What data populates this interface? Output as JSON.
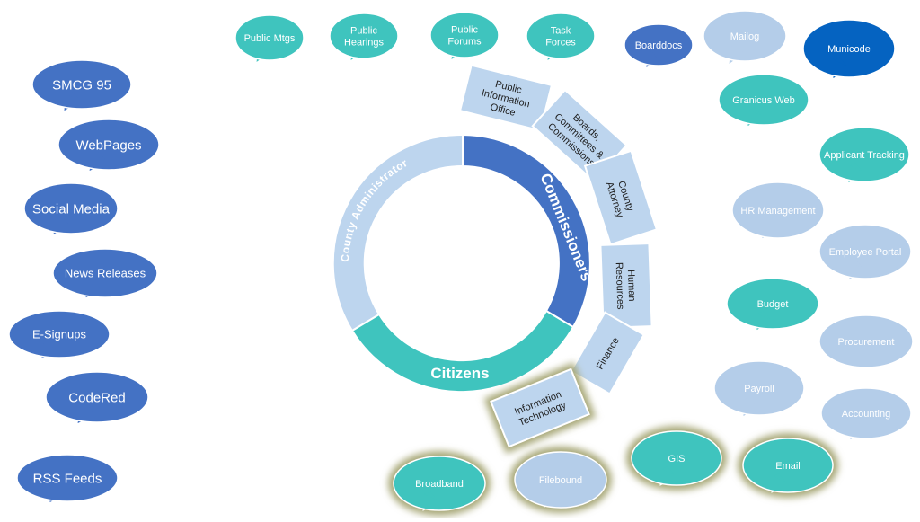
{
  "colors": {
    "dark_blue": "#4472c4",
    "royal_blue": "#0563c1",
    "teal": "#3fc4be",
    "light_blue": "#b4cde9",
    "segment_light": "#bdd5ee",
    "glow": "#a8a878"
  },
  "inner_ring": {
    "commissioners": "Commissioners",
    "citizens": "Citizens",
    "county_administrator": "County Administrator"
  },
  "outer_ring": [
    {
      "lines": [
        "Public",
        "Information",
        "Office"
      ]
    },
    {
      "lines": [
        "Boards,",
        "Committees &",
        "Commissions"
      ]
    },
    {
      "lines": [
        "County",
        "Attorney"
      ]
    },
    {
      "lines": [
        "Human",
        "Resources"
      ]
    },
    {
      "lines": [
        "Finance"
      ]
    },
    {
      "lines": [
        "Information",
        "Technology"
      ]
    }
  ],
  "left_bubbles": [
    {
      "label": "SMCG 95"
    },
    {
      "label": "WebPages"
    },
    {
      "label": "Social Media"
    },
    {
      "label": "News Releases"
    },
    {
      "label": "E-Signups"
    },
    {
      "label": "CodeRed"
    },
    {
      "label": "RSS Feeds"
    }
  ],
  "top_bubbles": [
    {
      "lines": [
        "Public Mtgs"
      ]
    },
    {
      "lines": [
        "Public",
        "Hearings"
      ]
    },
    {
      "lines": [
        "Public",
        "Forums"
      ]
    },
    {
      "lines": [
        "Task",
        "Forces"
      ]
    },
    {
      "lines": [
        "Boarddocs"
      ]
    },
    {
      "lines": [
        "Mailog"
      ]
    },
    {
      "lines": [
        "Municode"
      ]
    }
  ],
  "right_bubbles": [
    {
      "label": "Granicus Web"
    },
    {
      "label": "Applicant Tracking"
    },
    {
      "label": "HR Management"
    },
    {
      "label": "Employee Portal"
    },
    {
      "label": "Budget"
    },
    {
      "label": "Procurement"
    },
    {
      "label": "Payroll"
    },
    {
      "label": "Accounting"
    }
  ],
  "bottom_bubbles": [
    {
      "label": "Broadband"
    },
    {
      "label": "Filebound"
    },
    {
      "label": "GIS"
    },
    {
      "label": "Email"
    }
  ]
}
